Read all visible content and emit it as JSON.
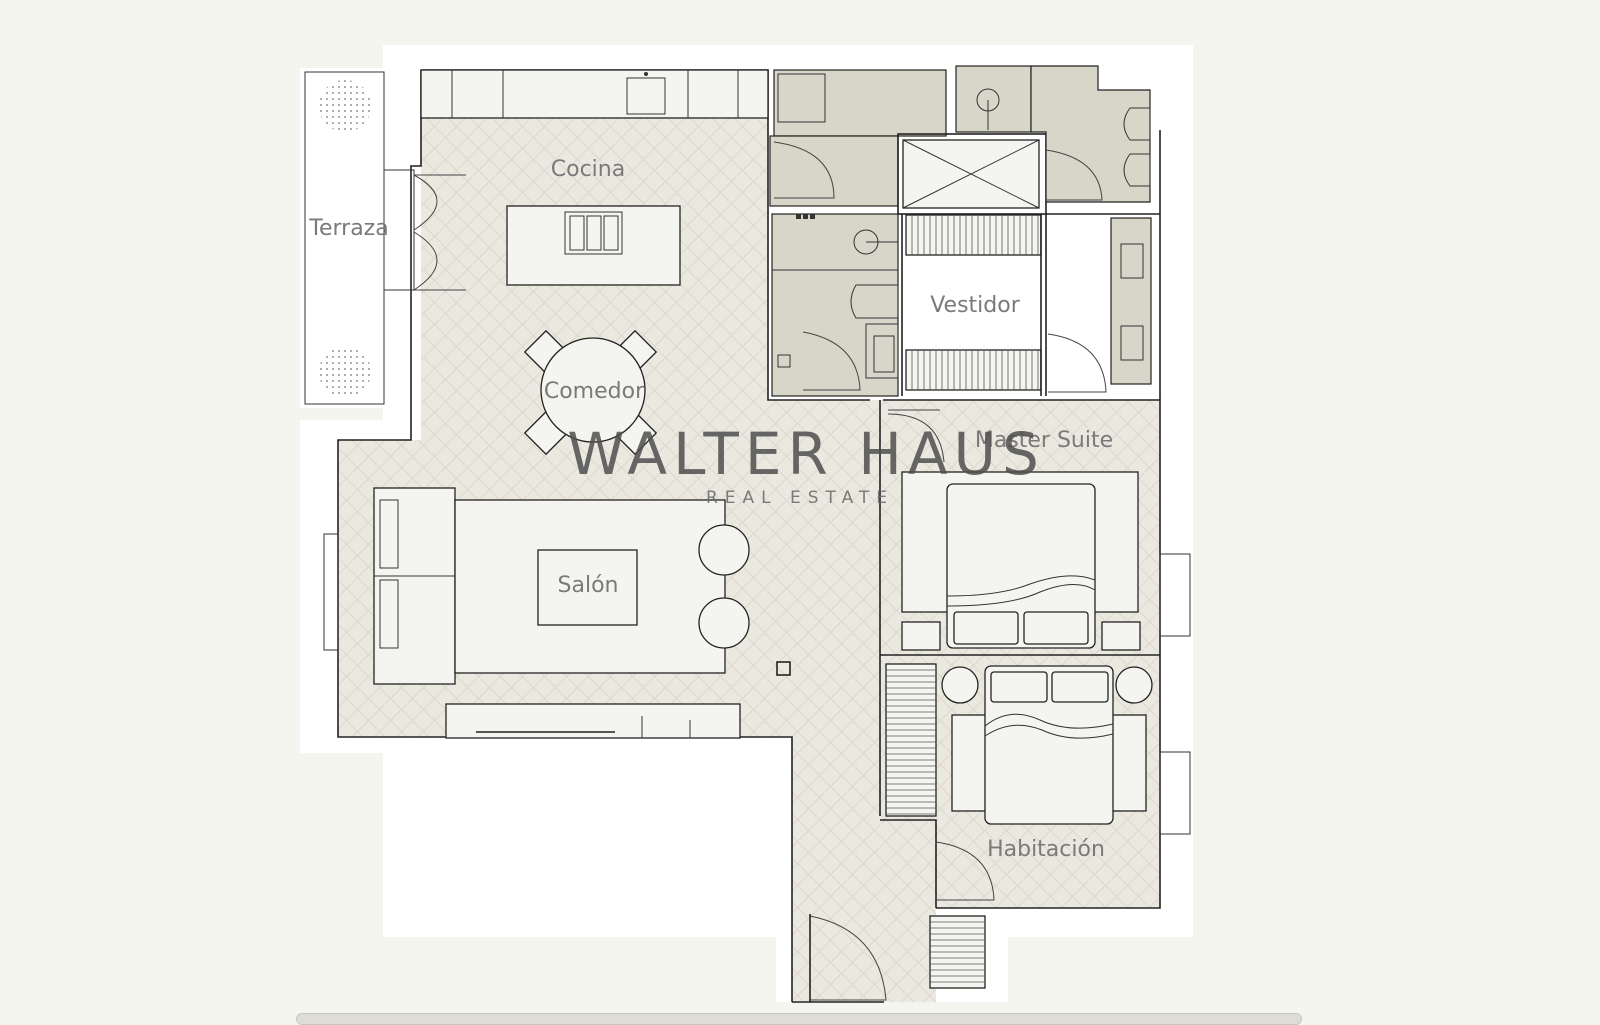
{
  "rooms": {
    "cocina": "Cocina",
    "terraza": "Terraza",
    "comedor": "Comedor",
    "vestidor": "Vestidor",
    "master_suite": "Master Suite",
    "salon": "Salón",
    "habitacion": "Habitación"
  },
  "watermark": {
    "brand": "WALTER HAUS",
    "tagline": "REAL ESTATE"
  },
  "colors": {
    "background": "#f5f5f0",
    "floor": "#ebe8e0",
    "wet_area": "#d8d5c9",
    "walls": "#222222",
    "label": "#7a7a7a"
  }
}
